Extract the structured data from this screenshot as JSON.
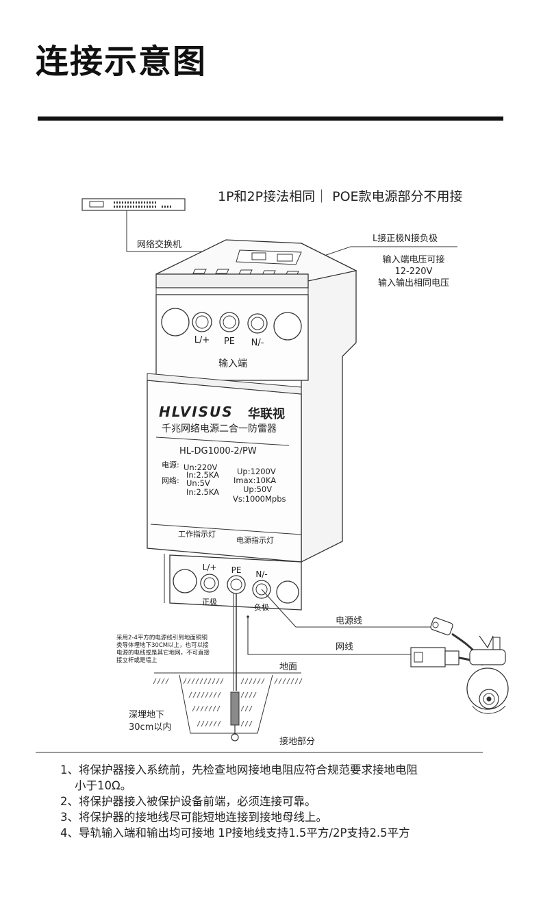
{
  "page": {
    "title": "连接示意图"
  },
  "diagram": {
    "header_note": "1P和2P接法相同｜ POE款电源部分不用接",
    "switch_label": "网络交换机",
    "polarity_note": "L接正极N接负极",
    "voltage_note": [
      "输入端电压可接",
      "12-220V",
      "输入输出相同电压"
    ],
    "input_terminals": [
      "L/+",
      "PE",
      "N/-"
    ],
    "input_label": "输入端",
    "brand_logo": "HLVISUS",
    "brand_cn": "华联视",
    "product_name": "千兆网络电源二合一防雷器",
    "model": "HL-DG1000-2/PW",
    "specs": {
      "power_label": "电源:",
      "network_label": "网络:",
      "un_power": "Un:220V",
      "in_power": "In:2.5KA",
      "un_net": "Un:5V",
      "in_net": "In:2.5KA",
      "up_power": "Up:1200V",
      "imax": "Imax:10KA",
      "up_net": "Up:50V",
      "vs": "Vs:1000Mpbs"
    },
    "indicator_work": "工作指示灯",
    "indicator_power": "电源指示灯",
    "output_terminals": [
      "L/+",
      "PE",
      "N/-"
    ],
    "positive_label": "正极",
    "negative_label": "负极",
    "power_cable_label": "电源线",
    "network_cable_label": "网线",
    "ground_note": [
      "采用2-4平方的电源线引到地面铜铜",
      "类导体埋地下30CM以上，也可以接",
      "电源的电线或是其它地网，不可直接",
      "接立杆或是墙上"
    ],
    "ground_surface_label": "地面",
    "depth_label": [
      "深埋地下",
      "30cm以内"
    ],
    "grounding_part_label": "接地部分"
  },
  "notes": [
    "1、将保护器接入系统前，先检查地网接地电阻应符合规范要求接地电阻\n    小于10Ω。",
    "2、将保护器接入被保护设备前端，必须连接可靠。",
    "3、将保护器的接地线尽可能短地连接到接地母线上。",
    "4、导轨输入端和输出均可接地 1P接地线支持1.5平方/2P支持2.5平方"
  ]
}
